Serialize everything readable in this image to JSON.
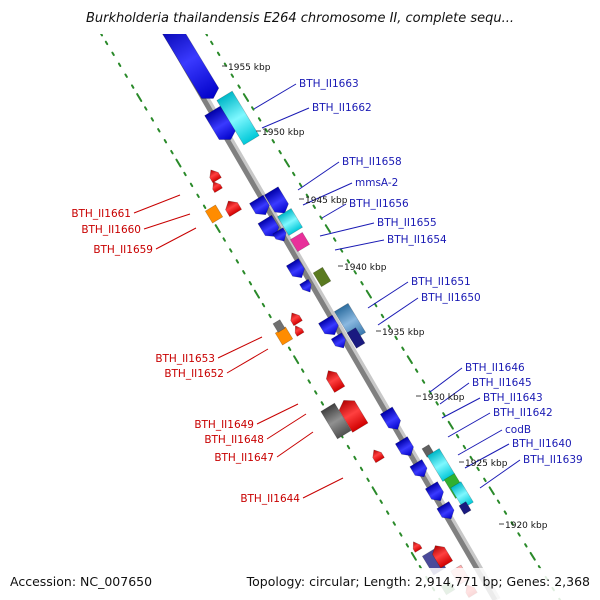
{
  "header": {
    "title": "Burkholderia thailandensis E264 chromosome II, complete sequ..."
  },
  "footer": {
    "accession": "Accession: NC_007650",
    "topology": "Topology: circular; Length: 2,914,771 bp; Genes: 2,368"
  },
  "kbp_marks": [
    "1955 kbp",
    "1950 kbp",
    "1945 kbp",
    "1940 kbp",
    "1935 kbp",
    "1930 kbp",
    "1925 kbp",
    "1920 kbp"
  ],
  "labels_right": [
    "BTH_II1663",
    "BTH_II1662",
    "BTH_II1658",
    "mmsA-2",
    "BTH_II1656",
    "BTH_II1655",
    "BTH_II1654",
    "BTH_II1651",
    "BTH_II1650",
    "BTH_II1646",
    "BTH_II1645",
    "BTH_II1643",
    "BTH_II1642",
    "codB",
    "BTH_II1640",
    "BTH_II1639"
  ],
  "labels_left": [
    "BTH_II1661",
    "BTH_II1660",
    "BTH_II1659",
    "BTH_II1653",
    "BTH_II1652",
    "BTH_II1649",
    "BTH_II1648",
    "BTH_II1647",
    "BTH_II1644"
  ],
  "colors": {
    "forward_strand": "#1010e0",
    "reverse_strand": "#e01010",
    "label_blue": "#1a1ab4",
    "label_red": "#c80000",
    "backbone": "#808080",
    "tick_green": "#2a8a2a"
  }
}
